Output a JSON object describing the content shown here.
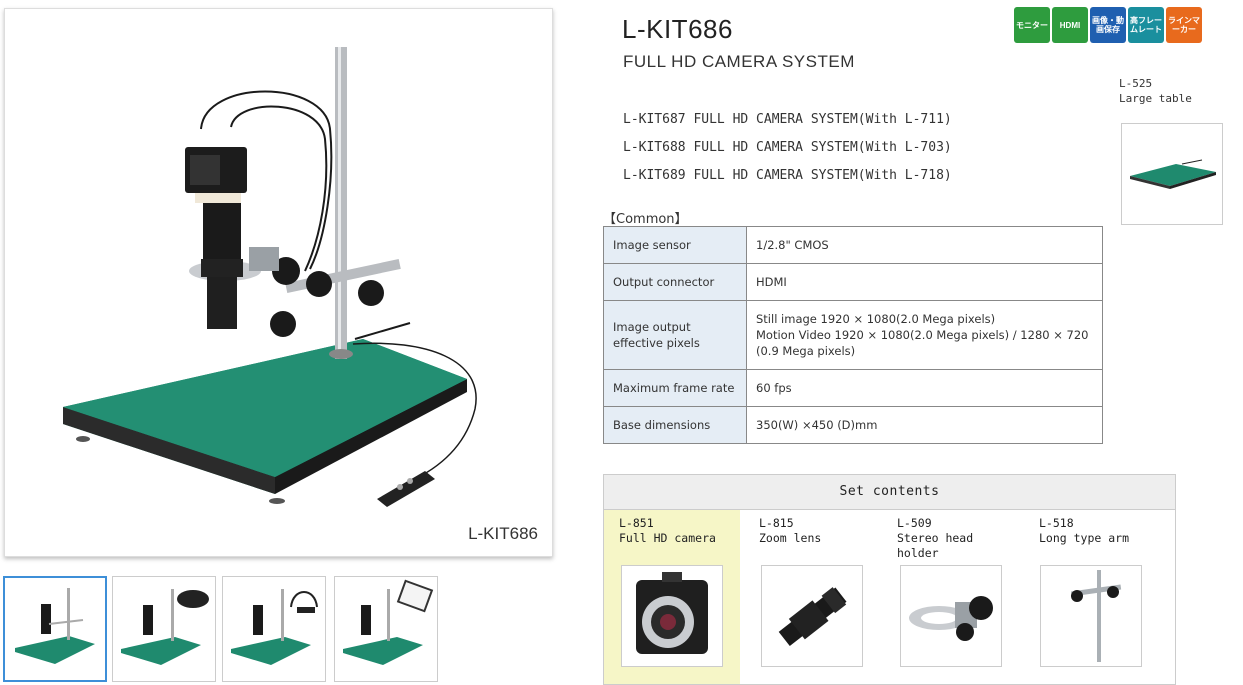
{
  "product": {
    "title": "L-KIT686",
    "subtitle": "FULL HD CAMERA SYSTEM",
    "main_image_caption": "L-KIT686",
    "variants": [
      "L-KIT687 FULL HD CAMERA SYSTEM(With L-711)",
      "L-KIT688 FULL HD CAMERA SYSTEM(With L-703)",
      "L-KIT689 FULL HD CAMERA SYSTEM(With L-718)"
    ]
  },
  "badges": [
    {
      "label": "モニター",
      "color": "#2e9c3e"
    },
    {
      "label": "HDMI",
      "color": "#2e9c3e"
    },
    {
      "label": "画像・動画保存",
      "color": "#1f5fb0"
    },
    {
      "label": "高フレームレート",
      "color": "#1a8f9e"
    },
    {
      "label": "ラインマーカー",
      "color": "#e86a1d"
    }
  ],
  "option": {
    "code": "L-525",
    "name": "Large table"
  },
  "common_label": "【Common】",
  "specs": [
    {
      "key": "Image sensor",
      "value": "1/2.8\" CMOS"
    },
    {
      "key": "Output connector",
      "value": "HDMI"
    },
    {
      "key": "Image output effective pixels",
      "value": "Still image 1920 × 1080(2.0 Mega pixels)\nMotion Video 1920 × 1080(2.0 Mega pixels) / 1280 × 720 (0.9 Mega pixels)"
    },
    {
      "key": "Maximum frame rate",
      "value": "60 fps"
    },
    {
      "key": "Base dimensions",
      "value": "350(W) ×450 (D)mm"
    }
  ],
  "set_contents": {
    "heading": "Set contents",
    "items": [
      {
        "code": "L-851",
        "name": "Full HD camera"
      },
      {
        "code": "L-815",
        "name": "Zoom lens"
      },
      {
        "code": "L-509",
        "name": "Stereo head holder"
      },
      {
        "code": "L-518",
        "name": "Long type arm"
      }
    ]
  },
  "colors": {
    "accent": "#3d8fd8",
    "table_key_bg": "#e5edf5",
    "highlight": "#f6f6c7",
    "mat_green": "#1f8a6e"
  }
}
